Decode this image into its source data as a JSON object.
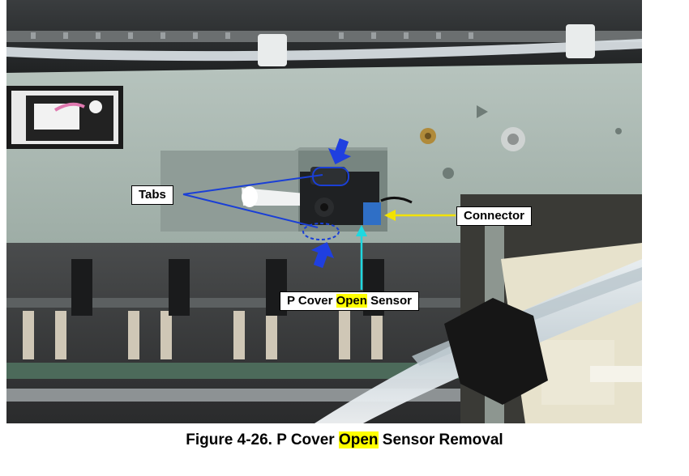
{
  "figure": {
    "caption_prefix": "Figure 4-26. P Cover ",
    "caption_highlight": "Open",
    "caption_suffix": " Sensor Removal",
    "highlight_color": "#ffff00"
  },
  "callouts": {
    "tabs": "Tabs",
    "connector": "Connector",
    "sensor_prefix": "P Cover ",
    "sensor_highlight": "Open",
    "sensor_suffix": " Sensor"
  },
  "colors": {
    "tabs_line": "#1a3fd6",
    "arrow": "#1f3fe0",
    "connector_line": "#f2e200",
    "sensor_line": "#1ed8e0",
    "frame": "#a9b7b0"
  }
}
